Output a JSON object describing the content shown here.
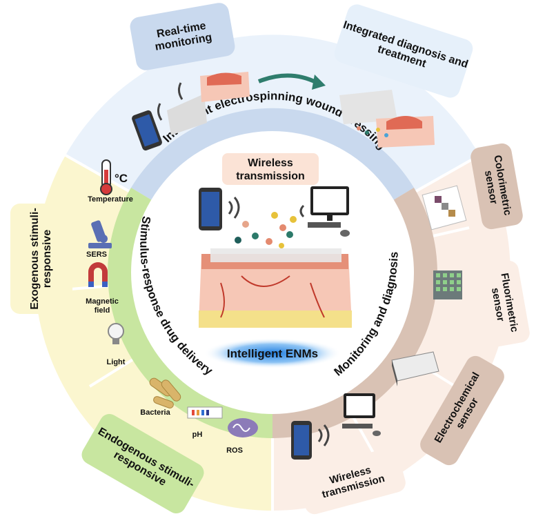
{
  "center": {
    "title": "Intelligent ENMs",
    "wireless": "Wireless transmission"
  },
  "rings": {
    "top": "Intelligent electrospinning wound dressing",
    "left": "Stimulus-response drug delivery",
    "right": "Monitoring and diagnosis"
  },
  "outer_boxes": {
    "realtime": "Real-time monitoring",
    "integrated": "Integrated diagnosis and treatment",
    "exogenous": "Exogenous stimuli-responsive",
    "endogenous": "Endogenous stimuli-responsive",
    "colorimetric": "Colorimetric sensor",
    "fluorimetric": "Fluorimetric sensor",
    "electrochemical": "Electrochemical sensor",
    "wireless_bottom": "Wireless transmission"
  },
  "stimuli": {
    "temperature": "Temperature",
    "temp_unit": "°C",
    "sers": "SERS",
    "magnetic": "Magnetic field",
    "light": "Light",
    "bacteria": "Bacteria",
    "ph": "pH",
    "ros": "ROS"
  },
  "colors": {
    "blue_band": "#c9d9ee",
    "blue_outer": "#eaf2fb",
    "green_band": "#c8e6a0",
    "yellow_outer": "#fbf6cf",
    "brown_band": "#d9c2b4",
    "peach_outer": "#fbeee6",
    "center_glow": "#3a8fe0"
  }
}
